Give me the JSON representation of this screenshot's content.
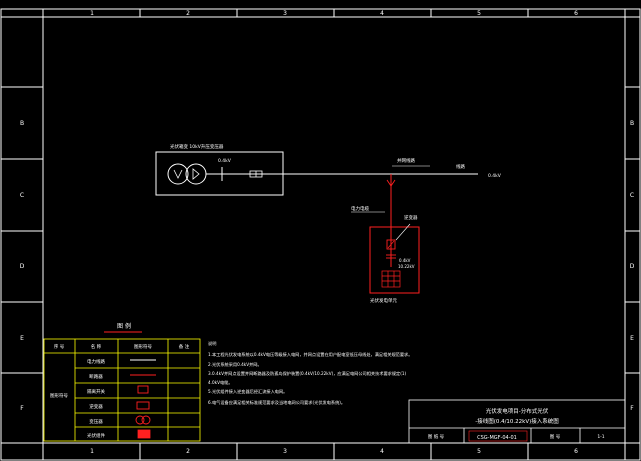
{
  "frame": {
    "col_labels": [
      "1",
      "2",
      "3",
      "4",
      "5",
      "6"
    ],
    "row_labels": [
      "B",
      "C",
      "D",
      "E",
      "F"
    ]
  },
  "diagram": {
    "transformer_label": "光伏箱变 10kV升压变压器",
    "lv_voltage": "0.4kV",
    "bus_label": "并网线路",
    "right_label": "线路",
    "grid_voltage": "0.4kV",
    "branch_label": "电力电缆",
    "box_top_label": "逆变器",
    "box_v1": "0.4kV",
    "box_v2": "10.22kV",
    "box_caption": "光伏发电单元"
  },
  "legend": {
    "title": "图 例",
    "headers": [
      "序 号",
      "名 称",
      "图形符号",
      "备 注"
    ],
    "rows": [
      {
        "no": "",
        "name": "电力线路",
        "symbol": "line",
        "note": ""
      },
      {
        "no": "图形符号",
        "name": "断路器",
        "symbol": "breaker",
        "note": ""
      },
      {
        "no": "",
        "name": "隔离开关",
        "symbol": "switch",
        "note": ""
      },
      {
        "no": "",
        "name": "逆变器",
        "symbol": "inverter",
        "note": ""
      },
      {
        "no": "",
        "name": "变压器",
        "symbol": "transformer",
        "note": ""
      },
      {
        "no": "",
        "name": "光伏组件",
        "symbol": "pv",
        "note": ""
      }
    ]
  },
  "notes": {
    "title": "说明",
    "lines": [
      "1.本工程光伏发电系统以0.4kV电压等级接入电网，并网点设置在用户配电室低压母线处，满足相关规范要求。",
      "2.光伏系统采用0.4kV并网。",
      "3.0.4kV并网点设置并网断路器及防孤岛保护装置(0.4kV/10.22kV)，应满足电网公司相关技术要求规定(1)",
      "4.0kV电缆。",
      "5.光伏组件接入逆变器后经汇流接入电网。",
      "6.电气设备应满足相关标准规范要求及当地电网公司要求(光伏发电系统)。"
    ]
  },
  "title_block": {
    "project_line1": "光伏发电项目-分布式光伏",
    "project_line2": "-接线图(0.4/10.22kV)接入系统图",
    "label_left": "图 纸 号",
    "drawing_no": "CSG-MGF-04-01",
    "label_page": "图 号",
    "page_no": "1-1"
  },
  "colors": {
    "frame": "#ffffff",
    "line": "#ffffff",
    "accent": "#ff2020",
    "table": "#ffff00",
    "text": "#ffffff"
  }
}
